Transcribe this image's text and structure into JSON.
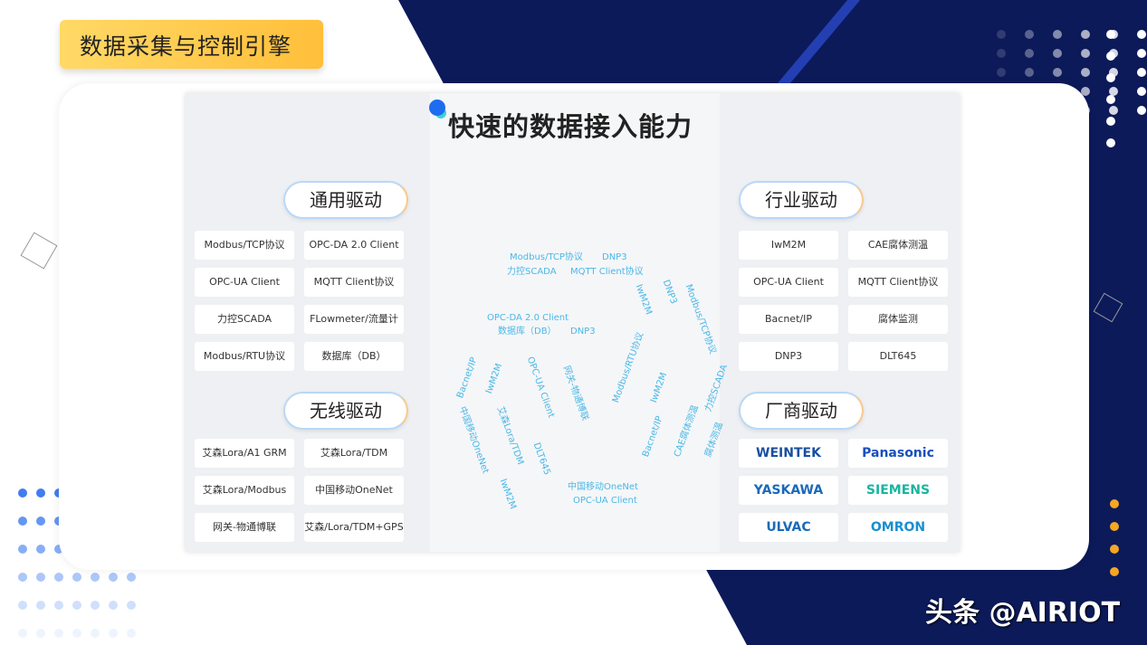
{
  "slide_title": "数据采集与控制引擎",
  "main_title": "快速的数据接入能力",
  "general": {
    "title": "通用驱动",
    "items": [
      "Modbus/TCP协议",
      "OPC-DA 2.0 Client",
      "OPC-UA Client",
      "MQTT Client协议",
      "力控SCADA",
      "FLowmeter/流量计",
      "Modbus/RTU协议",
      "数据库（DB）"
    ]
  },
  "wireless": {
    "title": "无线驱动",
    "items": [
      "艾森Lora/A1 GRM",
      "艾森Lora/TDM",
      "艾森Lora/Modbus",
      "中国移动OneNet",
      "网关-物通博联",
      "艾森/Lora/TDM+GPS"
    ]
  },
  "industry": {
    "title": "行业驱动",
    "items": [
      "IwM2M",
      "CAE腐体测温",
      "OPC-UA Client",
      "MQTT Client协议",
      "Bacnet/IP",
      "腐体监测",
      "DNP3",
      "DLT645"
    ]
  },
  "vendor": {
    "title": "厂商驱动",
    "logos": [
      "WEINTEK",
      "Panasonic",
      "YASKAWA",
      "SIEMENS",
      "ULVAC",
      "OMRON"
    ]
  },
  "cloud": [
    "Modbus/TCP协议",
    "DNP3",
    "力控SCADA",
    "MQTT Client协议",
    "DNP3",
    "IwM2M",
    "Modbus/TCP协议",
    "Modbus/RTU协议",
    "IwM2M",
    "OPC-DA 2.0 Client",
    "数据库（DB）",
    "DNP3",
    "Bacnet/IP",
    "IwM2M",
    "艾森Lora/TDM",
    "中国移动OneNet",
    "IwM2M",
    "DLT645",
    "OPC-UA Client",
    "网关-物通博联",
    "力控SCADA",
    "腐体测温",
    "Bacnet/IP",
    "CAE腐体测温",
    "中国移动OneNet",
    "OPC-UA Client"
  ],
  "watermark": "头条 @AIRIOT",
  "colors": {
    "navy": "#0c1a5a",
    "accent": "#ffc940",
    "cloud_text": "#4ab8e8"
  }
}
